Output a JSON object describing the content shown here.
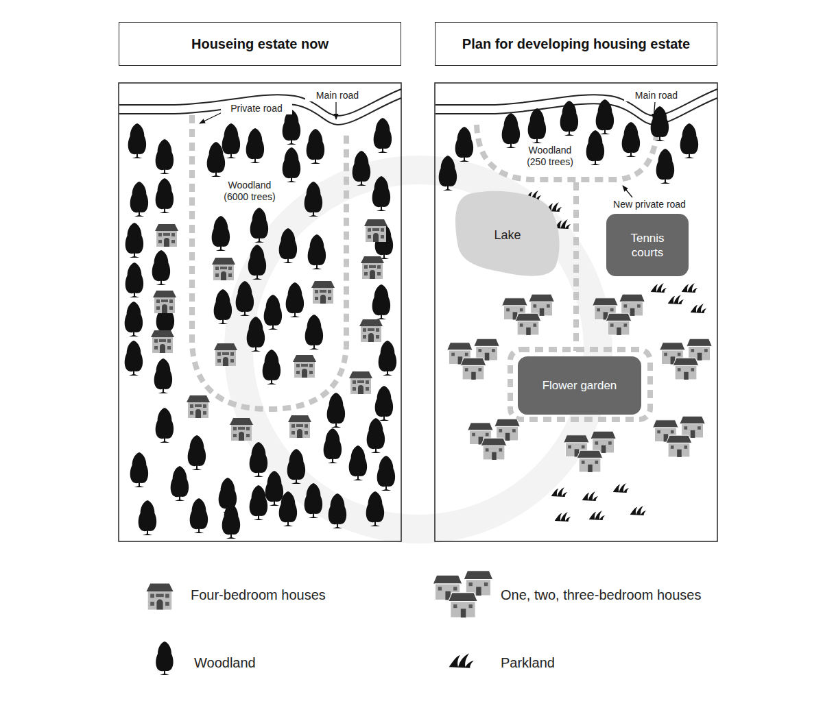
{
  "diagram": {
    "nodes": [
      {
        "text": [
          "Houseing estate now"
        ]
      },
      {
        "text": [
          "Plan for developing housing estate"
        ]
      },
      {
        "text": [
          "Lake"
        ]
      },
      {
        "text": [
          "Tennis courts"
        ]
      },
      {
        "text": [
          "Flower garden"
        ]
      }
    ],
    "labels": [
      "Main road",
      "Private road",
      "Woodland (6000 trees)",
      "Main road",
      "Woodland (250 trees)",
      "New private road"
    ],
    "legend": [
      {
        "text": "Four-bedroom houses"
      },
      {
        "text": "One, two, three-bedroom houses"
      },
      {
        "text": "Woodland"
      },
      {
        "text": "Parkland"
      }
    ]
  }
}
